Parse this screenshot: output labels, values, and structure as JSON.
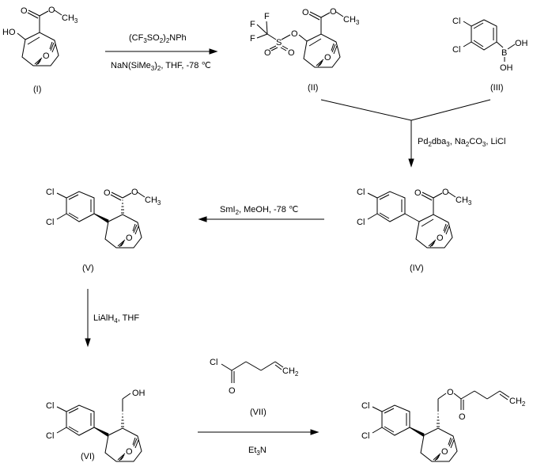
{
  "atoms": {
    "O": "O",
    "HO": "HO",
    "OH": "OH",
    "Cl": "Cl",
    "F": "F",
    "S": "S",
    "B": "B",
    "CH3": [
      [
        "CH",
        ""
      ],
      [
        "3",
        "sub"
      ]
    ],
    "CH2": [
      [
        "CH",
        ""
      ],
      [
        "2",
        "sub"
      ]
    ]
  },
  "compounds": {
    "I": "(I)",
    "II": "(II)",
    "III": "(III)",
    "IV": "(IV)",
    "V": "(V)",
    "VI": "(VI)",
    "VII": "(VII)"
  },
  "reagents": {
    "step1_top": [
      [
        "(CF",
        ""
      ],
      [
        "3",
        "sub"
      ],
      [
        "SO",
        ""
      ],
      [
        "2",
        "sub"
      ],
      [
        ")",
        ""
      ],
      [
        "2",
        "sub"
      ],
      [
        "NPh",
        ""
      ]
    ],
    "step1_bottom": [
      [
        "NaN(SiMe",
        ""
      ],
      [
        "3",
        "sub"
      ],
      [
        ")",
        ""
      ],
      [
        "2",
        "sub"
      ],
      [
        ", THF, -78 ℃",
        ""
      ]
    ],
    "step2": [
      [
        "Pd",
        ""
      ],
      [
        "2",
        "sub"
      ],
      [
        "dba",
        ""
      ],
      [
        "3",
        "sub"
      ],
      [
        ", Na",
        ""
      ],
      [
        "2",
        "sub"
      ],
      [
        "CO",
        ""
      ],
      [
        "3",
        "sub"
      ],
      [
        ", LiCl",
        ""
      ]
    ],
    "step3": [
      [
        "SmI",
        ""
      ],
      [
        "2",
        "sub"
      ],
      [
        ", MeOH, -78 ℃",
        ""
      ]
    ],
    "step4": [
      [
        "LiAlH",
        ""
      ],
      [
        "4",
        "sub"
      ],
      [
        ", THF",
        ""
      ]
    ],
    "step5": [
      [
        "Et",
        ""
      ],
      [
        "3",
        "sub"
      ],
      [
        "N",
        ""
      ]
    ]
  }
}
